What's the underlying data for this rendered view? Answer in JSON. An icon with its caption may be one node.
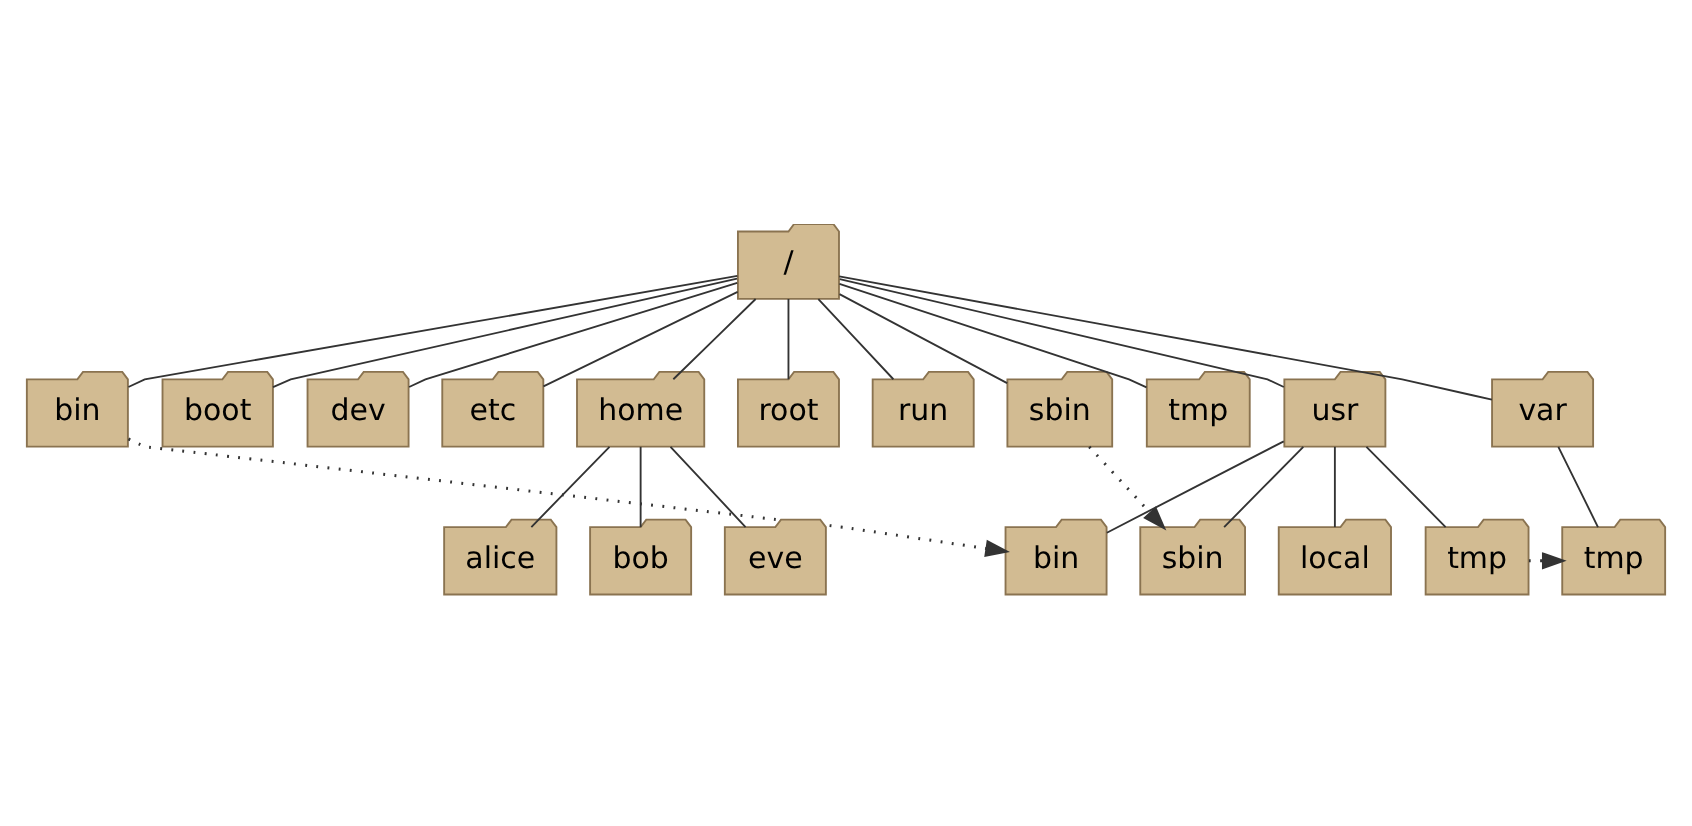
{
  "diagram": {
    "nodes": [
      {
        "text": [
          "/"
        ]
      },
      {
        "text": [
          "bin"
        ]
      },
      {
        "text": [
          "boot"
        ]
      },
      {
        "text": [
          "dev"
        ]
      },
      {
        "text": [
          "etc"
        ]
      },
      {
        "text": [
          "home"
        ]
      },
      {
        "text": [
          "root"
        ]
      },
      {
        "text": [
          "run"
        ]
      },
      {
        "text": [
          "sbin"
        ]
      },
      {
        "text": [
          "tmp"
        ]
      },
      {
        "text": [
          "usr"
        ]
      },
      {
        "text": [
          "var"
        ]
      },
      {
        "text": [
          "alice"
        ]
      },
      {
        "text": [
          "bob"
        ]
      },
      {
        "text": [
          "eve"
        ]
      },
      {
        "text": [
          "bin"
        ]
      },
      {
        "text": [
          "local"
        ]
      },
      {
        "text": [
          "sbin"
        ]
      },
      {
        "text": [
          "tmp"
        ]
      },
      {
        "text": [
          "tmp"
        ]
      }
    ],
    "edges": [
      {
        "from": 0,
        "to": 1,
        "arrow": "none"
      },
      {
        "from": 0,
        "to": 2,
        "arrow": "none"
      },
      {
        "from": 0,
        "to": 3,
        "arrow": "none"
      },
      {
        "from": 0,
        "to": 4,
        "arrow": "none"
      },
      {
        "from": 0,
        "to": 5,
        "arrow": "none"
      },
      {
        "from": 0,
        "to": 6,
        "arrow": "none"
      },
      {
        "from": 0,
        "to": 7,
        "arrow": "none"
      },
      {
        "from": 0,
        "to": 8,
        "arrow": "none"
      },
      {
        "from": 0,
        "to": 9,
        "arrow": "none"
      },
      {
        "from": 0,
        "to": 10,
        "arrow": "none"
      },
      {
        "from": 0,
        "to": 11,
        "arrow": "none"
      },
      {
        "from": 5,
        "to": 12,
        "arrow": "none"
      },
      {
        "from": 5,
        "to": 13,
        "arrow": "none"
      },
      {
        "from": 5,
        "to": 14,
        "arrow": "none"
      },
      {
        "from": 10,
        "to": 15,
        "arrow": "none"
      },
      {
        "from": 10,
        "to": 16,
        "arrow": "none"
      },
      {
        "from": 10,
        "to": 17,
        "arrow": "none"
      },
      {
        "from": 10,
        "to": 18,
        "arrow": "none"
      },
      {
        "from": 11,
        "to": 19,
        "arrow": "none"
      },
      {
        "from": 1,
        "to": 15,
        "arrow": "to",
        "style": "dashed"
      },
      {
        "from": 8,
        "to": 17,
        "arrow": "to",
        "style": "dashed"
      },
      {
        "from": 18,
        "to": 19,
        "arrow": "to",
        "style": "dashed"
      }
    ]
  }
}
